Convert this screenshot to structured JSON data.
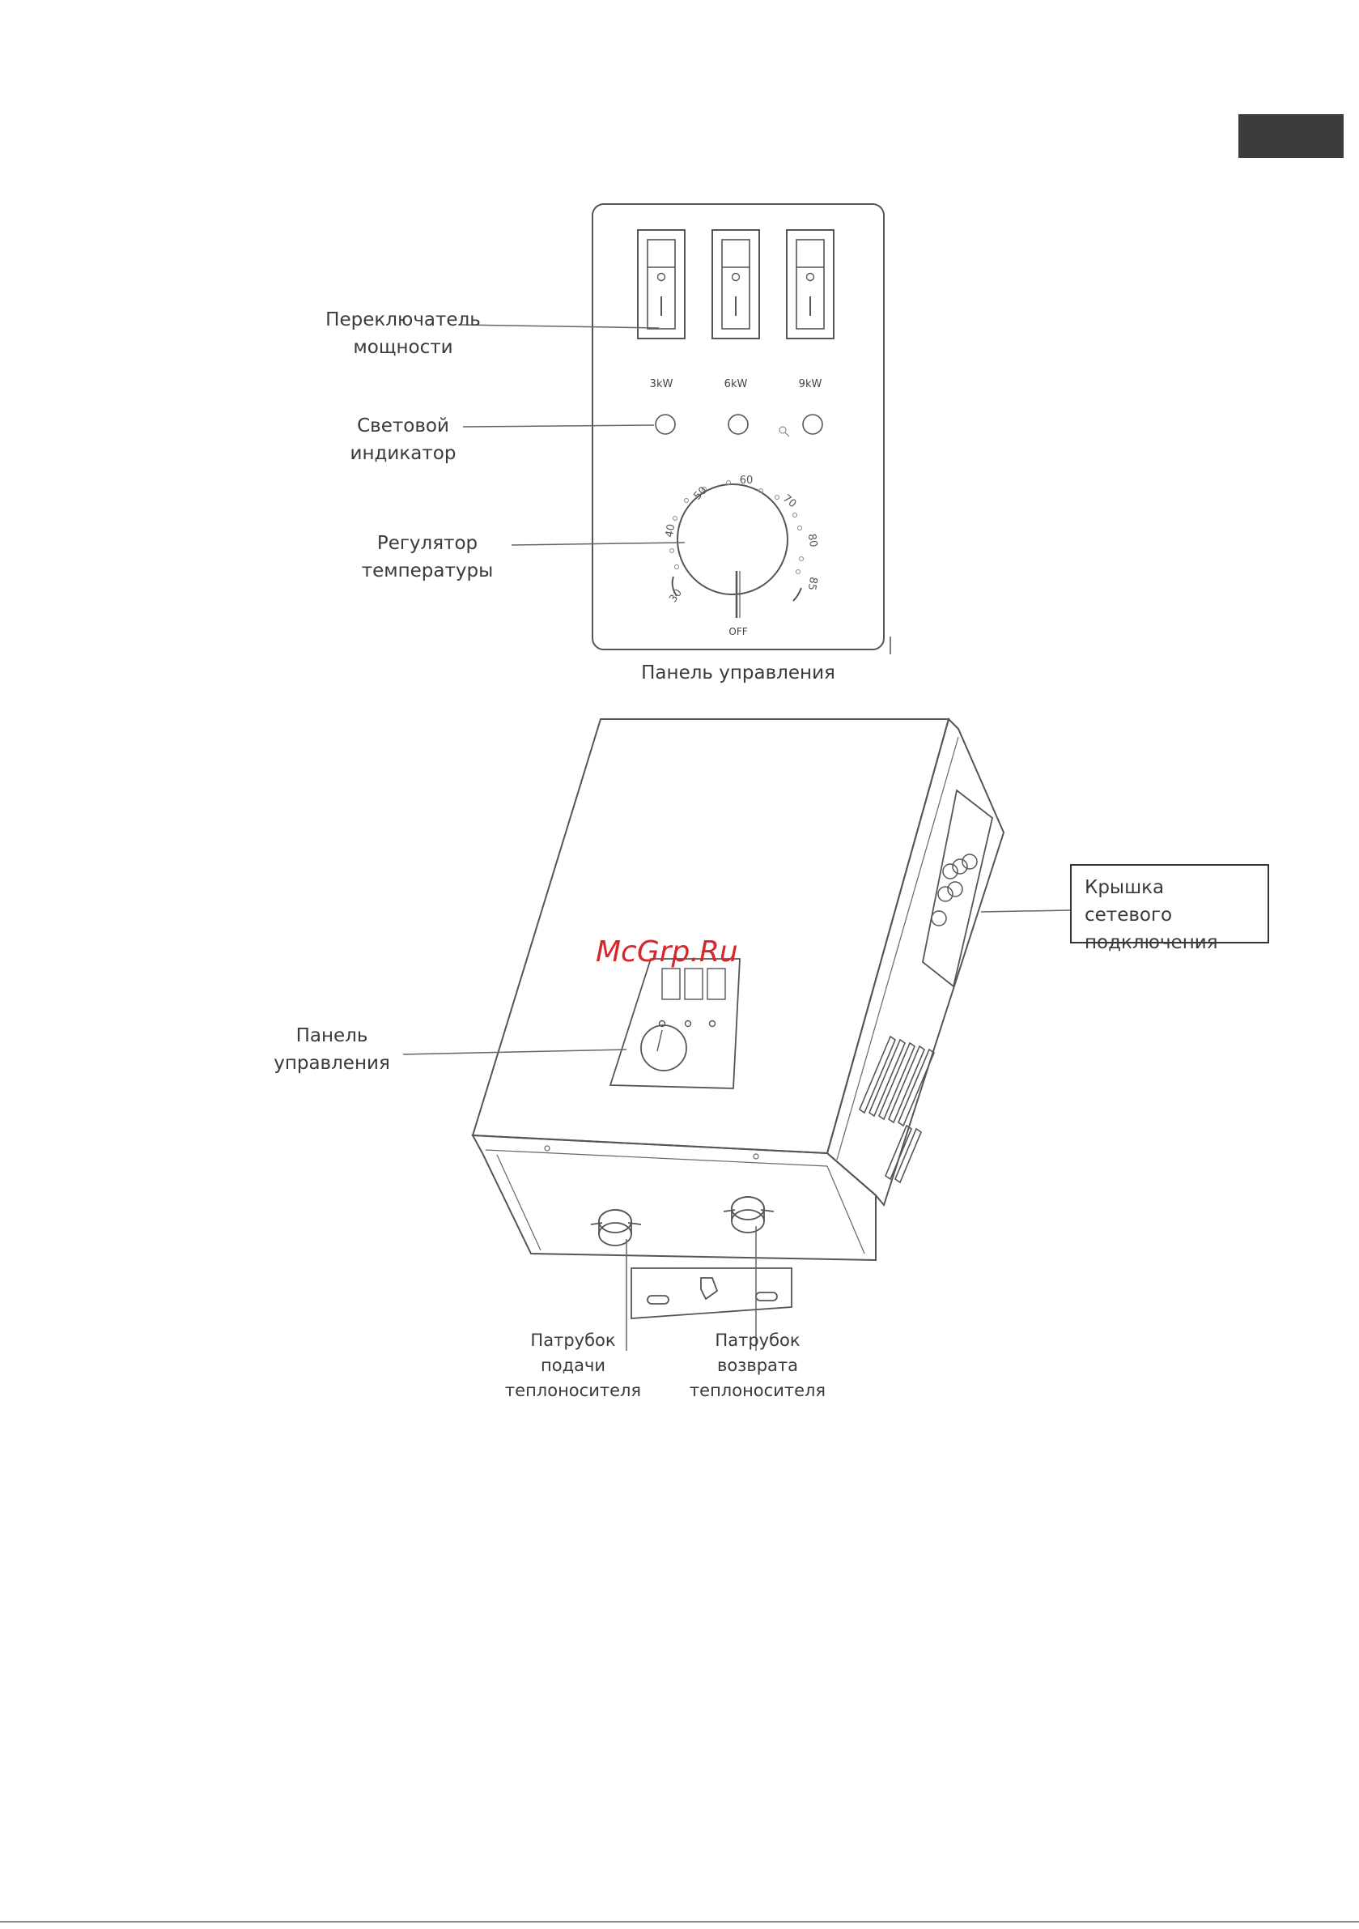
{
  "control_panel": {
    "caption": "Панель управления",
    "switch_labels": [
      "3kW",
      "6kW",
      "9kW"
    ],
    "thermostat": {
      "scale": [
        "30",
        "40",
        "50",
        "60",
        "70",
        "80",
        "85"
      ],
      "off_label": "OFF"
    }
  },
  "callouts": {
    "power_switch": [
      "Переключатель",
      "мощности"
    ],
    "indicator": [
      "Световой",
      "индикатор"
    ],
    "thermostat": [
      "Регулятор",
      "температуры"
    ],
    "panel": [
      "Панель",
      "управления"
    ],
    "network_cover": [
      "Крышка сетевого",
      "подключения"
    ],
    "supply_pipe": [
      "Патрубок",
      "подачи",
      "теплоносителя"
    ],
    "return_pipe": [
      "Патрубок",
      "возврата",
      "теплоносителя"
    ]
  },
  "watermark": "McGrp.Ru",
  "colors": {
    "line": "#4a4a4a",
    "watermark": "#d9262a",
    "corner_tab": "#3c3c3c"
  }
}
